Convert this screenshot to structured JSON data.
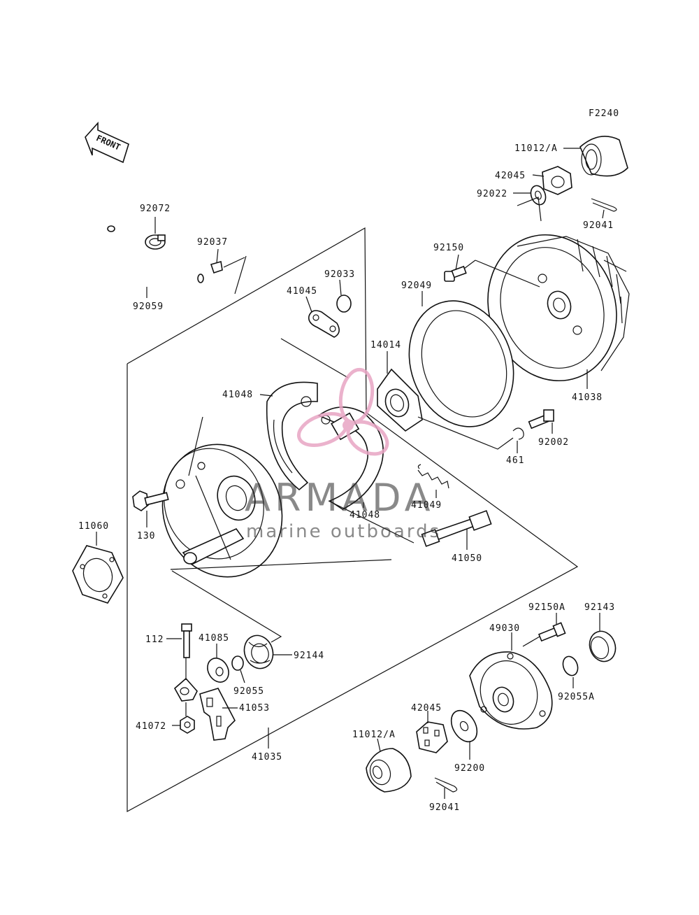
{
  "figure_code": "F2240",
  "front_label": "FRONT",
  "watermark": {
    "brand": "ARMADA",
    "tagline": "marine outboards",
    "logo_color": "#e8a5c4"
  },
  "labels": {
    "p11012a_top": "11012/A",
    "p42045_top": "42045",
    "p92022": "92022",
    "p92041_top": "92041",
    "p92072": "92072",
    "p92037": "92037",
    "p92059": "92059",
    "p92033": "92033",
    "p41045": "41045",
    "p92150": "92150",
    "p92049": "92049",
    "p14014": "14014",
    "p41038": "41038",
    "p41048_upper": "41048",
    "p41048_lower": "41048",
    "p92002": "92002",
    "p461": "461",
    "p41049": "41049",
    "p41050": "41050",
    "p130": "130",
    "p11060": "11060",
    "p112": "112",
    "p41085": "41085",
    "p92144": "92144",
    "p92055": "92055",
    "p41053": "41053",
    "p41072": "41072",
    "p41035": "41035",
    "p92150a": "92150A",
    "p92143": "92143",
    "p49030": "49030",
    "p92055a": "92055A",
    "p42045_bottom": "42045",
    "p11012a_bottom": "11012/A",
    "p92200": "92200",
    "p92041_bottom": "92041"
  }
}
